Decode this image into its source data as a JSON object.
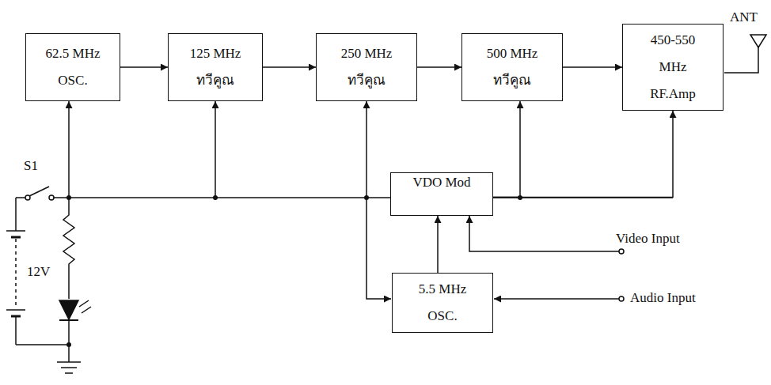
{
  "diagram": {
    "nodes": [
      {
        "text": [
          "62.5 MHz OSC."
        ]
      },
      {
        "text": [
          "125 MHz ทวีคูณ"
        ]
      },
      {
        "text": [
          "250 MHz ทวีคูณ"
        ]
      },
      {
        "text": [
          "500 MHz ทวีคูณ"
        ]
      },
      {
        "text": [
          "450-550 MHz RF.Amp"
        ]
      },
      {
        "text": [
          "VDO Mod"
        ]
      },
      {
        "text": [
          "5.5 MHz OSC."
        ]
      }
    ],
    "edges": [
      {
        "from": 0,
        "to": 1,
        "arrow": "to"
      },
      {
        "from": 1,
        "to": 2,
        "arrow": "to"
      },
      {
        "from": 2,
        "to": 3,
        "arrow": "to"
      },
      {
        "from": 3,
        "to": 4,
        "arrow": "to"
      },
      {
        "from": 6,
        "to": 5,
        "arrow": "to"
      },
      {
        "from": 5,
        "to": 3,
        "arrow": "to"
      },
      {
        "from": 5,
        "to": 4,
        "arrow": "to"
      }
    ],
    "labels": [
      "ANT",
      "S1",
      "12V",
      "Video Input",
      "Audio Input"
    ]
  }
}
